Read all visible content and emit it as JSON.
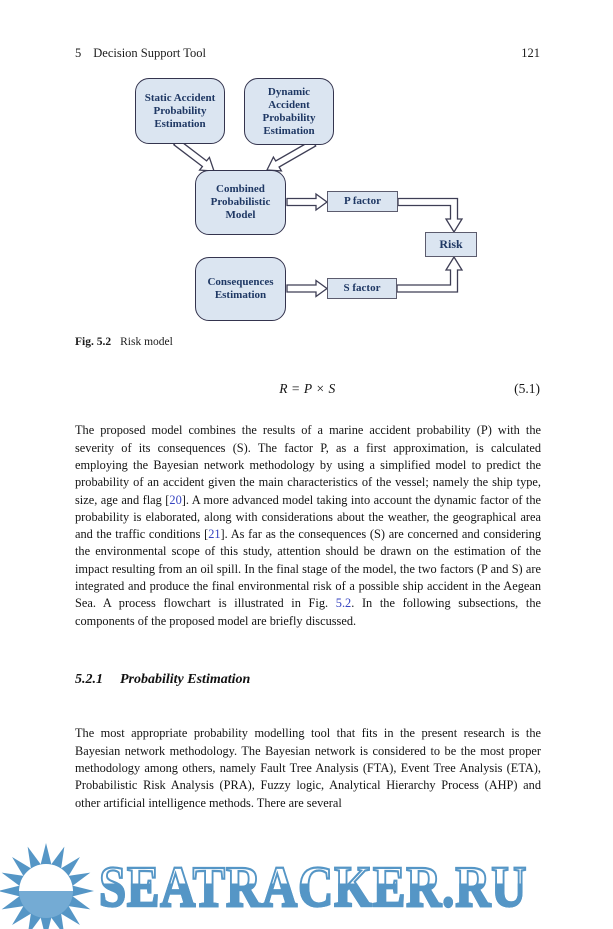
{
  "page_header": {
    "chapter": "5",
    "title": "Decision Support Tool",
    "page_number": "121"
  },
  "diagram": {
    "nodes": {
      "static": {
        "label": "Static Accident\nProbability\nEstimation"
      },
      "dynamic": {
        "label": "Dynamic\nAccident\nProbability\nEstimation"
      },
      "combined": {
        "label": "Combined\nProbabilistic\nModel"
      },
      "p_factor": {
        "label": "P factor"
      },
      "risk": {
        "label": "Risk"
      },
      "consequences": {
        "label": "Consequences\nEstimation"
      },
      "s_factor": {
        "label": "S factor"
      }
    },
    "colors": {
      "node_fill": "#dbe5f1",
      "node_text": "#1f3864"
    }
  },
  "figure_caption": {
    "label": "Fig. 5.2",
    "text": "Risk model"
  },
  "equation": {
    "formula_segments": [
      {
        "t": "R",
        "s": "var"
      },
      {
        "t": " = "
      },
      {
        "t": "P",
        "s": "var"
      },
      {
        "t": " × "
      },
      {
        "t": "S",
        "s": "var"
      }
    ],
    "number": "(5.1)"
  },
  "paragraph_1_segments": [
    {
      "t": "The proposed model combines the results of a marine accident probability (P) with the severity of its consequences (S). The factor P, as a first approximation, is calculated employing the Bayesian network methodology by using a simplified model to predict the probability of an accident given the main characteristics of the vessel; namely the ship type, size, age and flag ["
    },
    {
      "t": "20",
      "s": "link"
    },
    {
      "t": "]. A more advanced model taking into account the dynamic factor of the probability is elaborated, along with considerations about the weather, the geographical area and the traffic conditions ["
    },
    {
      "t": "21",
      "s": "link"
    },
    {
      "t": "]. As far as the consequences (S) are concerned and considering the environmental scope of this study, attention should be drawn on the estimation of the impact resulting from an oil spill. In the final stage of the model, the two factors (P and S) are integrated and produce the final environmental risk of a possible ship accident in the Aegean Sea. A process flowchart is illustrated in Fig. "
    },
    {
      "t": "5.2",
      "s": "link"
    },
    {
      "t": ". In the following subsections, the components of the proposed model are briefly discussed."
    }
  ],
  "subsection": {
    "number": "5.2.1",
    "title": "Probability Estimation"
  },
  "paragraph_2_segments": [
    {
      "t": "The most appropriate probability modelling tool that fits in the present research is the Bayesian network methodology. The Bayesian network is considered to be the most proper methodology among others, namely Fault Tree Analysis (FTA), Event Tree Analysis (ETA), Probabilistic Risk Analysis (PRA), Fuzzy logic, Analytical Hierarchy Process (AHP) and other artificial intelligence methods. There are several"
    }
  ],
  "watermark": {
    "text": "SEATRACKER.RU",
    "color": "#5596c6"
  },
  "link_color": "#3543c0"
}
